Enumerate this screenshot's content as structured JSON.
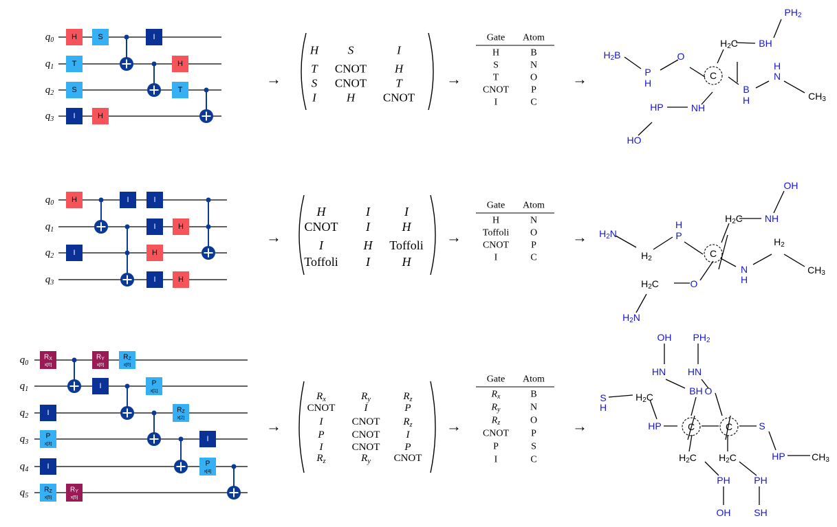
{
  "colors": {
    "wire": "#000000",
    "ctrl": "#0a3a96",
    "h_gate": "#f5555a",
    "light_gate": "#36b0f5",
    "dark_gate": "#0a3296",
    "rot_gate": "#9a1a55",
    "atom_hetero": "#1515d8",
    "atom_carbon": "#000000"
  },
  "arrow": "→",
  "table_headers": {
    "gate": "Gate",
    "atom": "Atom"
  },
  "rows": [
    {
      "name": "row-1",
      "qubits": [
        "q0",
        "q1",
        "q2",
        "q3"
      ],
      "gates": {
        "H": "H",
        "S": "S",
        "T": "T",
        "I": "I"
      },
      "matrix": [
        [
          "H",
          "S",
          "I"
        ],
        [
          "T",
          "CNOT",
          "H"
        ],
        [
          "S",
          "CNOT",
          "T"
        ],
        [
          "I",
          "H",
          "CNOT"
        ]
      ],
      "table": [
        [
          "H",
          "B"
        ],
        [
          "S",
          "N"
        ],
        [
          "T",
          "O"
        ],
        [
          "CNOT",
          "P"
        ],
        [
          "I",
          "C"
        ]
      ],
      "molecule": {
        "atoms": [
          "PH2",
          "H2C",
          "BH",
          "H2B",
          "O",
          "P",
          "H",
          "C",
          "B",
          "H",
          "H",
          "N",
          "CH3",
          "HP",
          "NH",
          "HO"
        ]
      }
    },
    {
      "name": "row-2",
      "qubits": [
        "q0",
        "q1",
        "q2",
        "q3"
      ],
      "gates": {
        "H": "H",
        "I": "I"
      },
      "matrix": [
        [
          "H",
          "I",
          "I"
        ],
        [
          "CNOT",
          "I",
          "H"
        ],
        [
          "I",
          "H",
          "Toffoli"
        ],
        [
          "Toffoli",
          "I",
          "H"
        ]
      ],
      "table": [
        [
          "H",
          "N"
        ],
        [
          "Toffoli",
          "O"
        ],
        [
          "CNOT",
          "P"
        ],
        [
          "I",
          "C"
        ]
      ],
      "molecule": {
        "atoms": [
          "OH",
          "H",
          "H2C",
          "NH",
          "H2N",
          "P",
          "C",
          "H2",
          "H2",
          "N",
          "H",
          "CH3",
          "H2C",
          "O",
          "H2N"
        ]
      }
    },
    {
      "name": "row-3",
      "qubits": [
        "q0",
        "q1",
        "q2",
        "q3",
        "q4",
        "q5"
      ],
      "gates": {
        "RX": "R",
        "RY": "R",
        "RZ": "R",
        "P": "P",
        "I": "I",
        "sub_x": "X",
        "sub_y": "Y",
        "sub_z": "Z",
        "p0": "x[0]",
        "p1": "x[1]",
        "p2": "x[2]",
        "p3": "x[3]",
        "p4": "x[4]",
        "p5": "x[5]"
      },
      "matrix": [
        [
          "Rx",
          "Ry",
          "Rz"
        ],
        [
          "CNOT",
          "I",
          "P"
        ],
        [
          "I",
          "CNOT",
          "Rz"
        ],
        [
          "P",
          "CNOT",
          "I"
        ],
        [
          "I",
          "CNOT",
          "P"
        ],
        [
          "Rz",
          "Ry",
          "CNOT"
        ]
      ],
      "table": [
        [
          "Rx",
          "B"
        ],
        [
          "Ry",
          "N"
        ],
        [
          "Rz",
          "O"
        ],
        [
          "CNOT",
          "P"
        ],
        [
          "P",
          "S"
        ],
        [
          "I",
          "C"
        ]
      ],
      "molecule": {
        "atoms": [
          "OH",
          "PH2",
          "HN",
          "HN",
          "BH",
          "O",
          "S",
          "H",
          "H2C",
          "HP",
          "C",
          "C",
          "S",
          "HP",
          "CH3",
          "H2C",
          "H2C",
          "PH",
          "PH",
          "OH",
          "SH"
        ]
      }
    }
  ]
}
